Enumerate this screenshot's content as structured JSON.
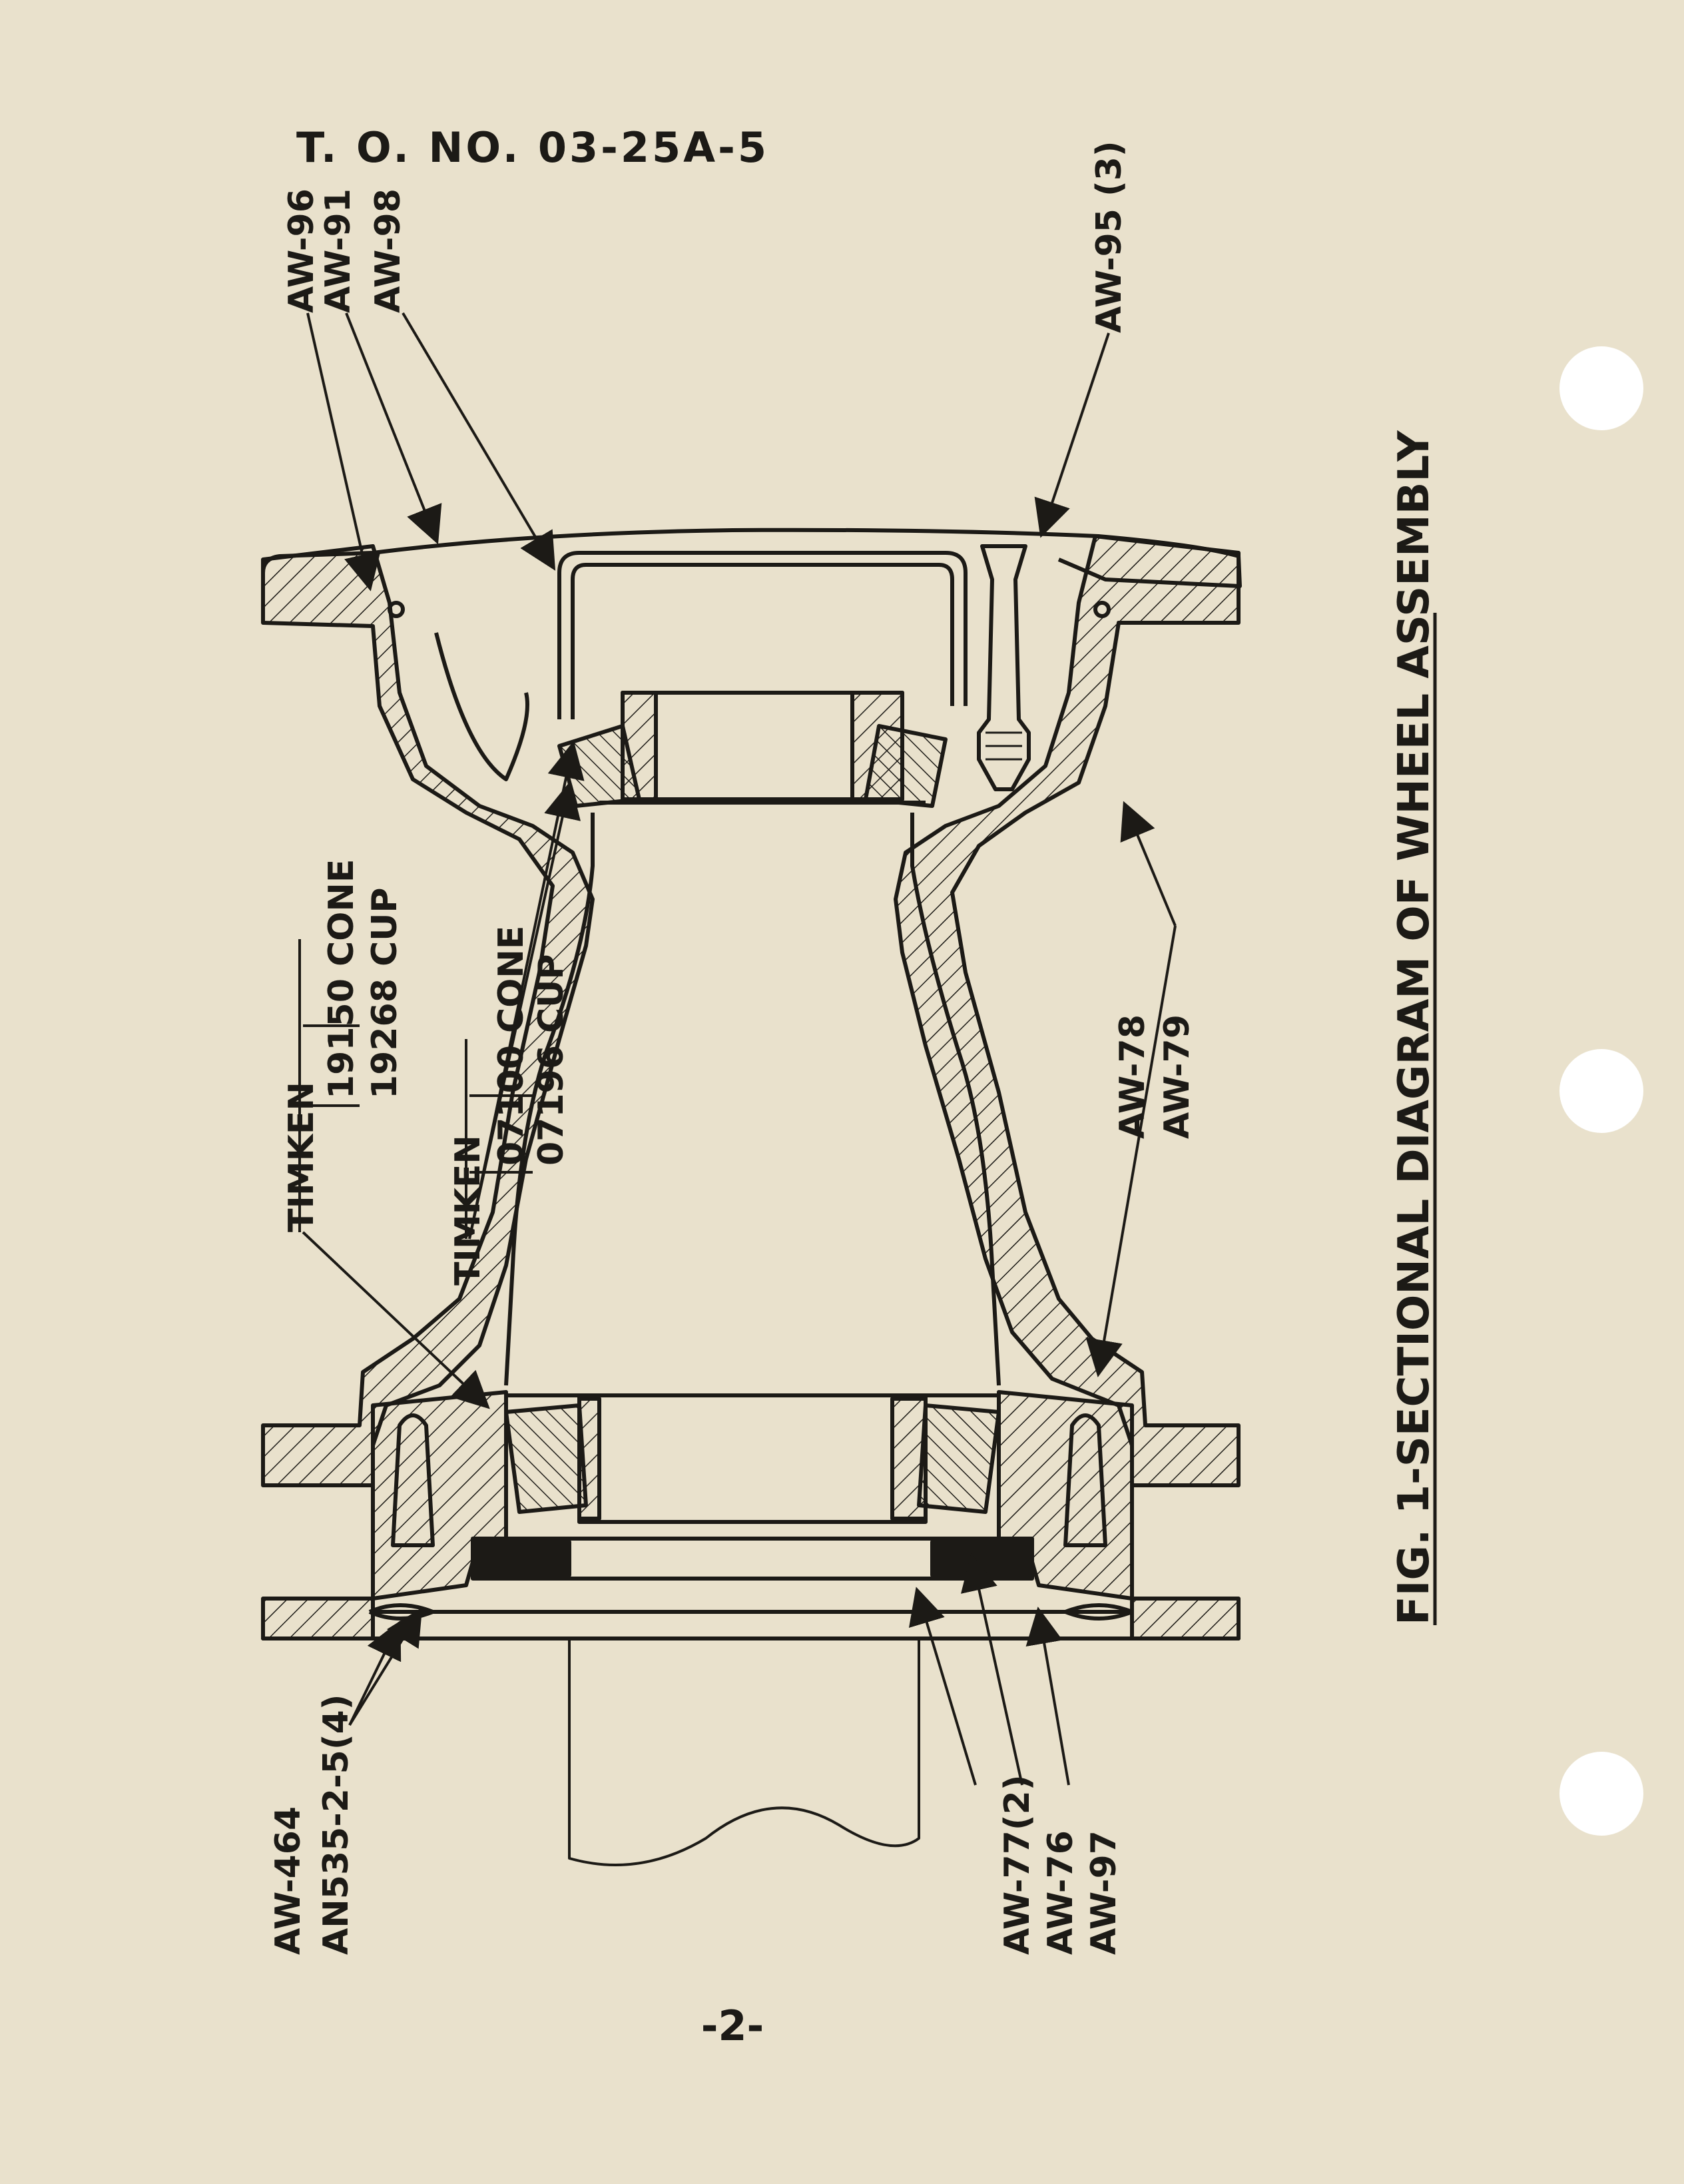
{
  "document": {
    "header": "T. O. NO. 03-25A-5",
    "page_number": "-2-",
    "figure_caption": "FIG. 1-SECTIONAL DIAGRAM OF WHEEL ASSEMBLY"
  },
  "callouts": {
    "aw96": "AW-96",
    "aw91": "AW-91",
    "aw98": "AW-98",
    "aw95": "AW-95 (3)",
    "aw78": "AW-78",
    "aw79": "AW-79",
    "timken1": "TIMKEN",
    "cone1": "19150 CONE",
    "cup1": "19268 CUP",
    "timken2": "TIMKEN",
    "cone2": "07100 CONE",
    "cup2": "07196 CUP",
    "aw464": "AW-464",
    "an535": "AN535-2-5(4)",
    "aw77": "AW-77(2)",
    "aw76": "AW-76",
    "aw97": "AW-97"
  },
  "colors": {
    "paper": "#e9e1cc",
    "ink": "#1c1a16",
    "punch_hole": "#ffffff"
  }
}
